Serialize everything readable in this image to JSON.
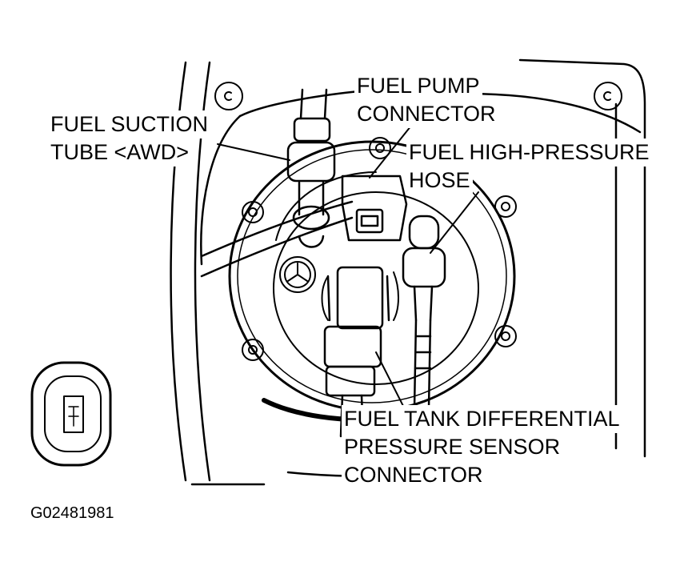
{
  "labels": {
    "suction_line1": "FUEL SUCTION",
    "suction_line2": "TUBE <AWD>",
    "pump_line1": "FUEL PUMP",
    "pump_line2": "CONNECTOR",
    "hp_line1": "FUEL HIGH-PRESSURE",
    "hp_line2": "HOSE",
    "sensor_line1": "FUEL TANK DIFFERENTIAL",
    "sensor_line2": "PRESSURE SENSOR",
    "sensor_line3": "CONNECTOR"
  },
  "figure_code": "G02481981"
}
